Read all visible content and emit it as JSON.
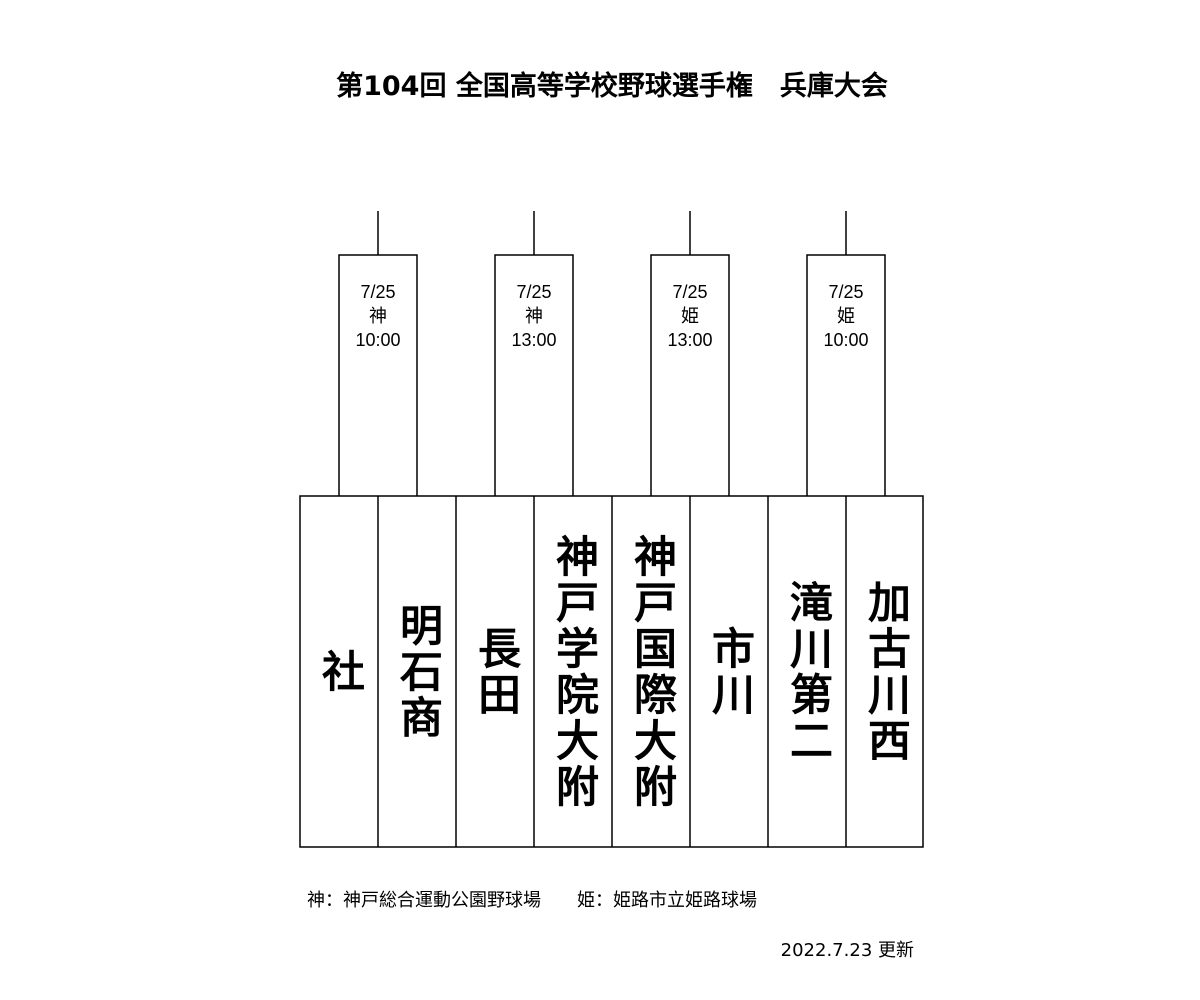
{
  "title": "第104回 全国高等学校野球選手権　兵庫大会",
  "matches": [
    {
      "date": "7/25",
      "venue": "神",
      "time": "10:00",
      "teams": [
        "社",
        "明石商"
      ]
    },
    {
      "date": "7/25",
      "venue": "神",
      "time": "13:00",
      "teams": [
        "長田",
        "神戸学院大附"
      ]
    },
    {
      "date": "7/25",
      "venue": "姫",
      "time": "13:00",
      "teams": [
        "神戸国際大附",
        "市川"
      ]
    },
    {
      "date": "7/25",
      "venue": "姫",
      "time": "10:00",
      "teams": [
        "滝川第二",
        "加古川西"
      ]
    }
  ],
  "legend": "神：神戸総合運動公園野球場　　姫：姫路市立姫路球場",
  "updated": "2022.7.23 更新"
}
